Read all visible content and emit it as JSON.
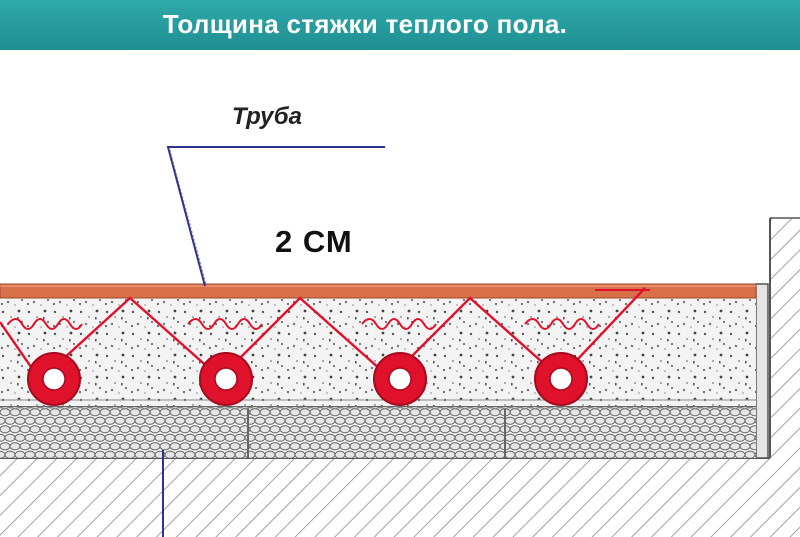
{
  "title": "Толщина стяжки теплого пола.",
  "labels": {
    "pipe": "Труба",
    "thickness": "2 СМ"
  },
  "colors": {
    "banner": "#2199a0",
    "pipe": "#e0112b",
    "surface": "#d9704a",
    "leader": "#2e3192",
    "concrete": "#f1f1f1",
    "insulation": "#e7e7e7"
  },
  "icons": [
    "pipe-cross-section-icon",
    "mesh-clip-icon"
  ]
}
